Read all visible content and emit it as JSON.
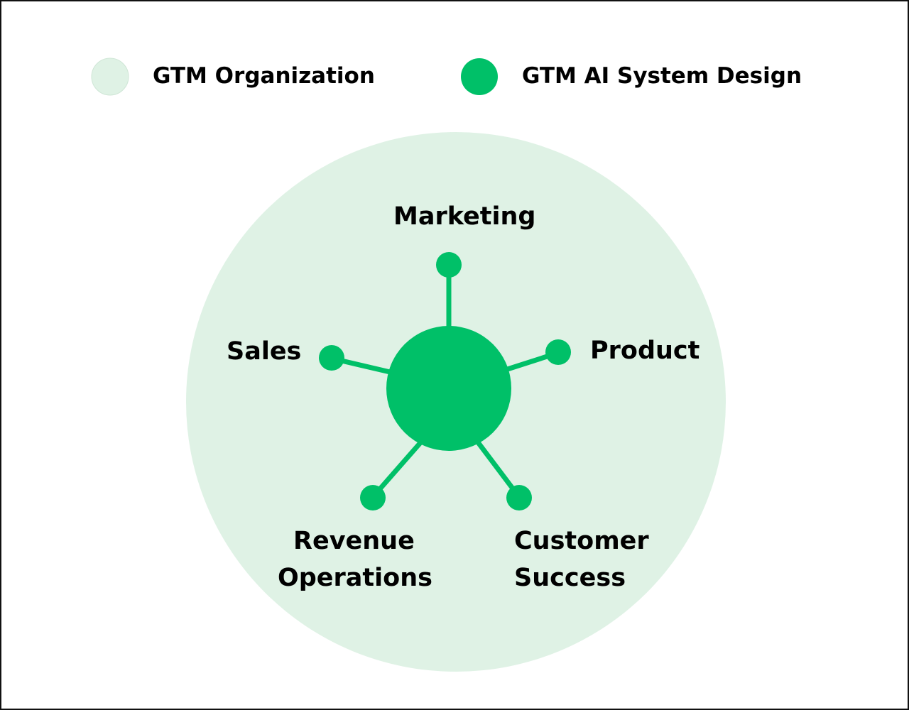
{
  "legend": {
    "organization_label": "GTM Organization",
    "ai_system_label": "GTM AI System Design"
  },
  "colors": {
    "organization_fill": "#dff2e5",
    "ai_system_fill": "#00c068",
    "text": "#000000",
    "frame": "#111111"
  },
  "nodes": {
    "marketing": "Marketing",
    "sales": "Sales",
    "product": "Product",
    "revenue_operations_line1": "Revenue",
    "revenue_operations_line2": "Operations",
    "customer_success_line1": "Customer",
    "customer_success_line2": "Success"
  }
}
